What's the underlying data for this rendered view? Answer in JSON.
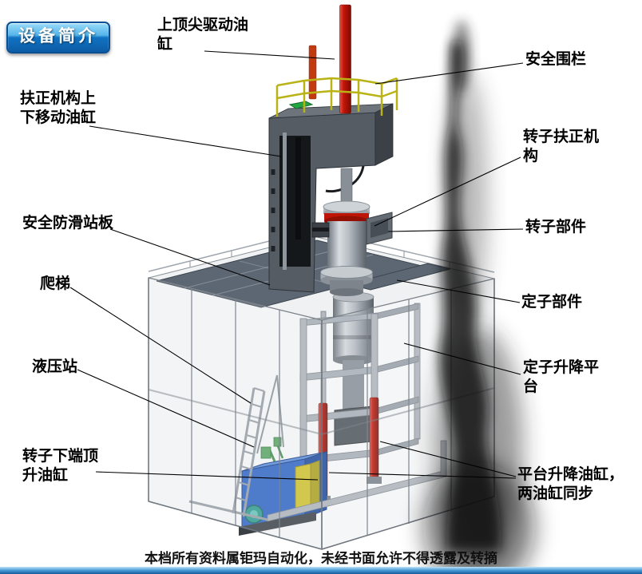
{
  "badge": {
    "label": "设备简介"
  },
  "annotations": {
    "top_drive_cylinder": "上顶尖驱动油缸",
    "safety_fence": "安全围栏",
    "centering_move_cylinder": "扶正机构上下移动油缸",
    "rotor_centering_mechanism": "转子扶正机构",
    "antislip_platform": "安全防滑站板",
    "rotor_part": "转子部件",
    "ladder": "爬梯",
    "stator_part": "定子部件",
    "hydraulic_station": "液压站",
    "stator_lifting_platform": "定子升降平台",
    "rotor_bottom_jack_cylinder": "转子下端顶升油缸",
    "platform_lifting_cylinders": "平台升降油缸，两油缸同步"
  },
  "footer": {
    "notice": "本档所有资料属钜玛自动化，未经书面允许不得透露及转摘"
  },
  "colors": {
    "badge_blue": "#1173c2",
    "accent_bar_blue": "#115a9e",
    "cylinder_red": "#c41508",
    "safety_rail_yellow": "#b9b316",
    "hydraulic_station_blue": "#2d65c8",
    "platform_gray": "#5d6773"
  }
}
